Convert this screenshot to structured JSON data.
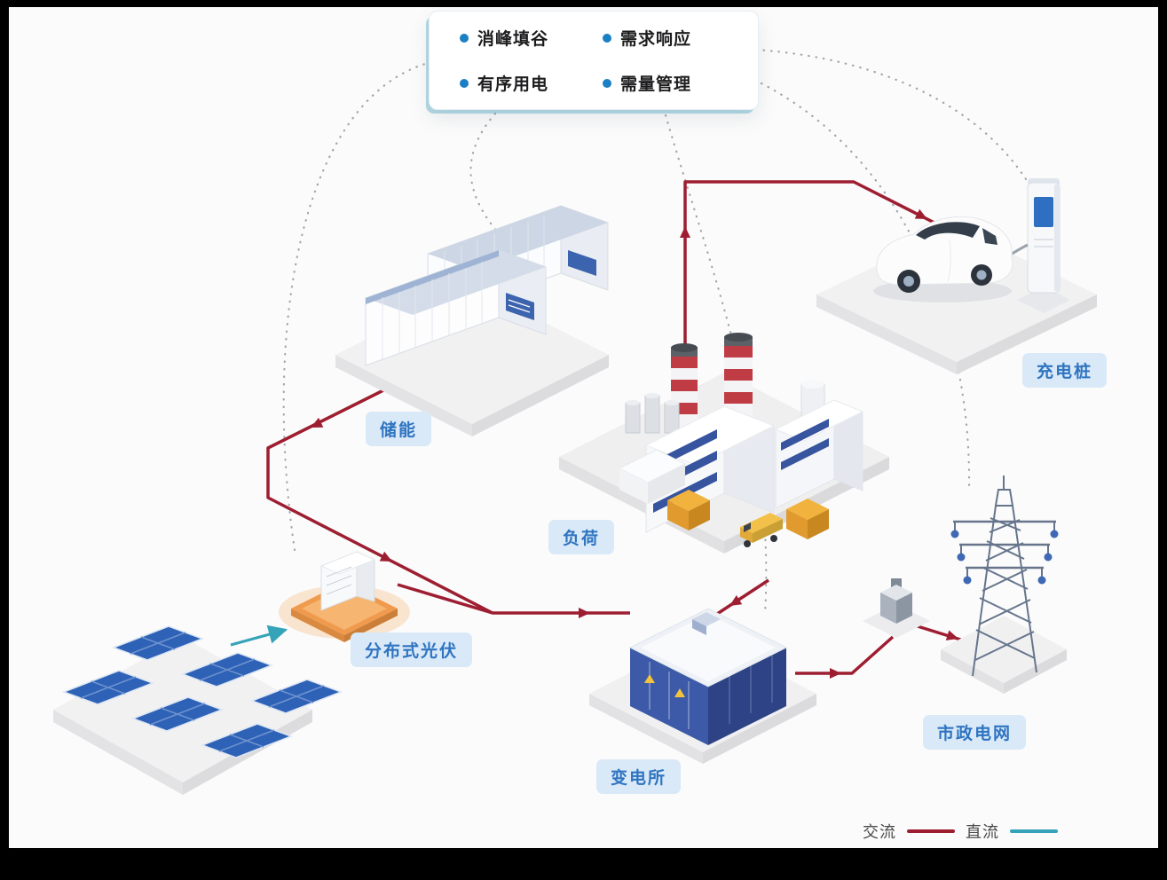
{
  "card": {
    "items": [
      "消峰填谷",
      "需求响应",
      "有序用电",
      "需量管理"
    ]
  },
  "nodes": {
    "storage": {
      "label": "储能"
    },
    "charging_pile": {
      "label": "充电桩"
    },
    "load": {
      "label": "负荷"
    },
    "pv": {
      "label": "分布式光伏"
    },
    "substation": {
      "label": "变电所"
    },
    "grid": {
      "label": "市政电网"
    }
  },
  "legend": {
    "ac_label": "交流",
    "dc_label": "直流",
    "ac_color": "#9e1e31",
    "dc_color": "#35a3b8"
  }
}
